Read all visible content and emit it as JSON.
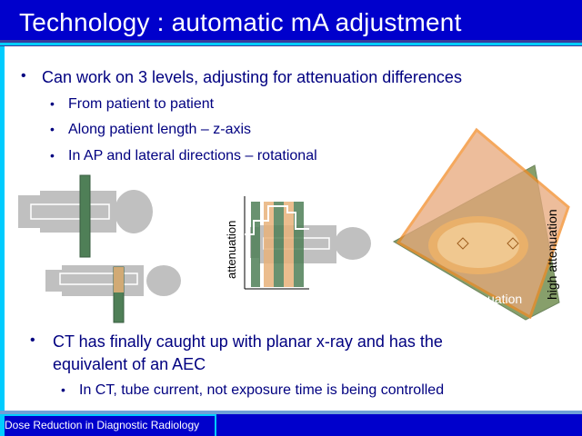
{
  "slide": {
    "title": "Technology : automatic mA adjustment",
    "bullets_top": [
      {
        "text": "Can work on 3 levels, adjusting for attenuation differences",
        "level": 1
      },
      {
        "text": "From patient to patient",
        "level": 2
      },
      {
        "text": "Along patient length – z-axis",
        "level": 2
      },
      {
        "text": "In AP and lateral directions – rotational",
        "level": 2
      }
    ],
    "bullets_bottom": [
      {
        "text": "CT has finally caught up with planar x-ray and has the",
        "level": 1
      },
      {
        "text": "equivalent of an AEC",
        "level": 1
      },
      {
        "text": "In CT, tube current, not exposure time is being controlled",
        "level": 2
      }
    ],
    "footer": "Dose Reduction in Diagnostic Radiology"
  },
  "figure": {
    "graph_ylabel": "attenuation",
    "low_label": "low attenuation",
    "high_label": "high attenuation"
  },
  "colors": {
    "background": "#0000cc",
    "accent": "#00ccff",
    "text": "#000080",
    "gray_body": "#c0c0c0",
    "green_band": "#4f7f57",
    "peach_band": "#e7b17a",
    "orange": "#f28c28"
  }
}
